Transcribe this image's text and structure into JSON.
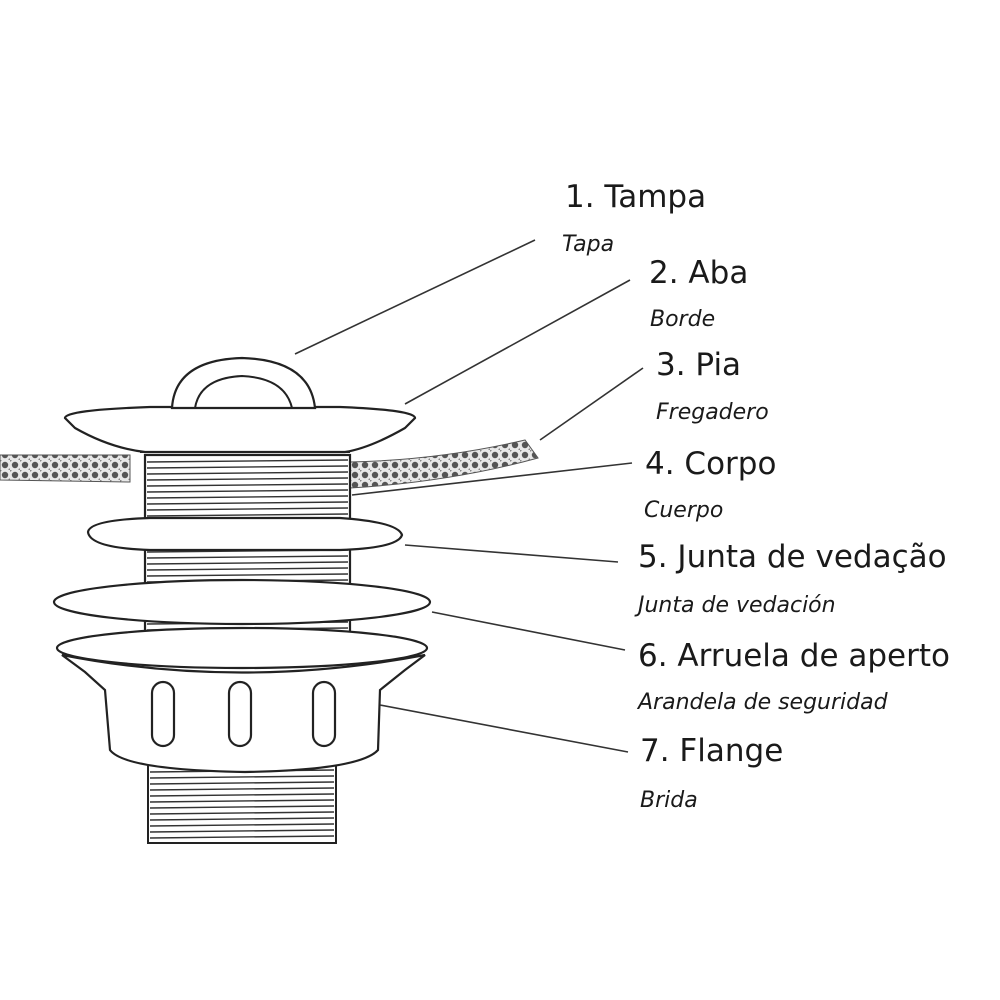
{
  "parts": [
    {
      "id": "tampa",
      "label": "1. Tampa",
      "sublabel": "Tapa"
    },
    {
      "id": "aba",
      "label": "2. Aba",
      "sublabel": "Borde"
    },
    {
      "id": "pia",
      "label": "3. Pia",
      "sublabel": "Fregadero"
    },
    {
      "id": "corpo",
      "label": "4. Corpo",
      "sublabel": "Cuerpo"
    },
    {
      "id": "junta",
      "label": "5. Junta de vedação",
      "sublabel": "Junta de vedación"
    },
    {
      "id": "arruela",
      "label": "6. Arruela de aperto",
      "sublabel": "Arandela de seguridad"
    },
    {
      "id": "flange",
      "label": "7. Flange",
      "sublabel": "Brida"
    }
  ]
}
